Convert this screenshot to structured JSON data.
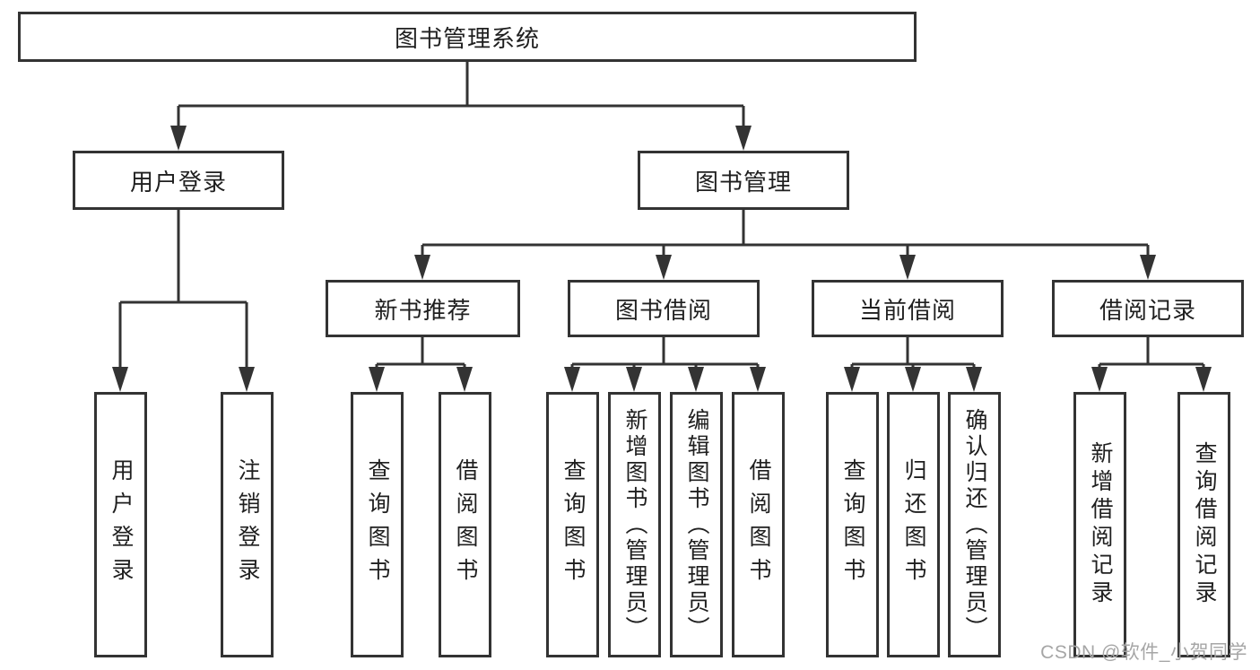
{
  "diagram": {
    "root": "图书管理系统",
    "level2": {
      "user_login": "用户登录",
      "book_mgmt": "图书管理"
    },
    "level3": {
      "new_books": "新书推荐",
      "borrowing": "图书借阅",
      "current": "当前借阅",
      "records": "借阅记录"
    },
    "leaves": {
      "user_login": "用户登录",
      "logout": "注销登录",
      "nb_query": "查询图书",
      "nb_borrow": "借阅图书",
      "bw_query": "查询图书",
      "bw_add_admin": "新增图书（管理员）",
      "bw_edit_admin": "编辑图书（管理员）",
      "bw_borrow": "借阅图书",
      "cur_query": "查询图书",
      "cur_return": "归还图书",
      "cur_confirm_admin": "确认归还（管理员）",
      "rec_add": "新增借阅记录",
      "rec_query": "查询借阅记录"
    }
  },
  "watermark": "CSDN @软件_小贺同学",
  "colors": {
    "line": "#333333",
    "box_border": "#333333",
    "box_fill": "#ffffff",
    "text": "#1f1f1f",
    "watermark": "#a6a6a6",
    "background": "#ffffff"
  }
}
